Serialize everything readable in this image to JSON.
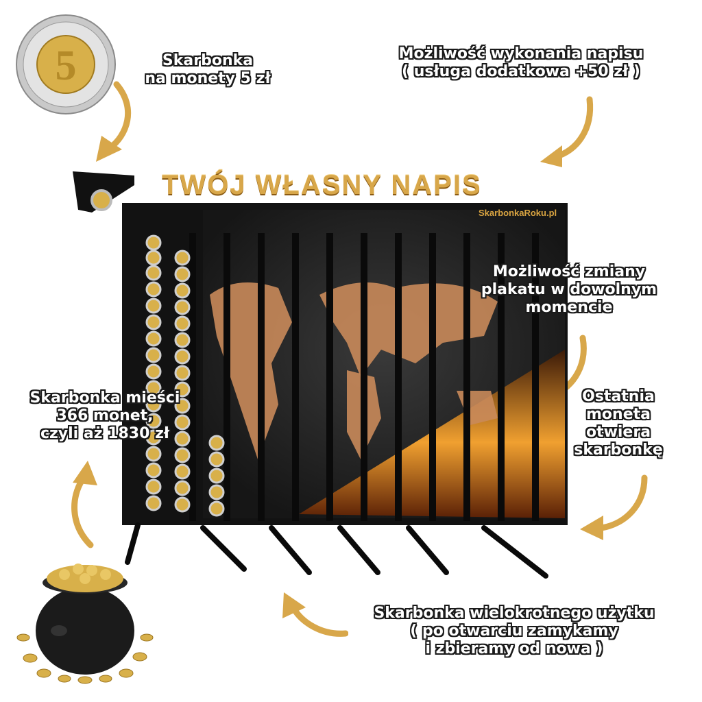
{
  "colors": {
    "gold": "#d8a74a",
    "board": "#141414",
    "text_outline": "#1a1a1a",
    "text": "#ffffff"
  },
  "coin": {
    "icon": "5-zloty-coin-icon"
  },
  "labels": {
    "coin": [
      "Skarbonka",
      "na monety 5 zł"
    ],
    "custom": [
      "Możliwość wykonania napisu",
      "( usługa dodatkowa +50 zł )"
    ],
    "poster": [
      "Możliwość zmiany",
      "plakatu w dowolnym",
      "momencie"
    ],
    "capacity": [
      "Skarbonka mieści",
      "366 monet,",
      "czyli aż 1830 zł"
    ],
    "last": [
      "Ostatnia",
      "moneta",
      "otwiera",
      "skarbonkę"
    ],
    "reuse": [
      "Skarbonka wielokrotnego użytku",
      "( po otwarciu zamykamy",
      "i zbieramy od nowa )"
    ]
  },
  "board": {
    "headline": "TWÓJ WŁASNY NAPIS",
    "brand": "SkarbonkaRoku.pl"
  },
  "pot": {
    "icon": "pot-of-gold-icon"
  }
}
